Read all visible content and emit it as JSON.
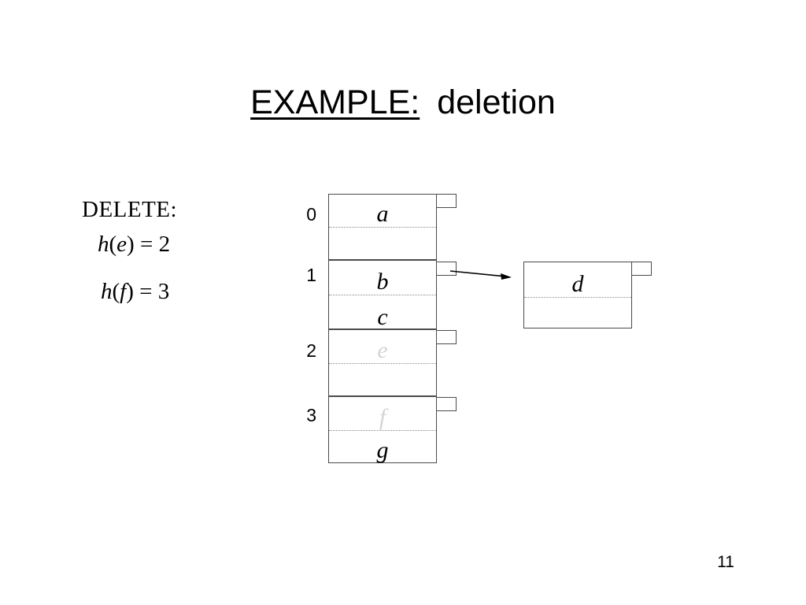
{
  "slide": {
    "title_underlined": "EXAMPLE:",
    "title_rest": "deletion",
    "page_number": "11"
  },
  "operation": {
    "label": "DELETE:",
    "lines": [
      {
        "fn": "h",
        "open": "(",
        "arg": "e",
        "close": ")",
        "eq": " = ",
        "value": "2"
      },
      {
        "fn": "h",
        "open": "(",
        "arg": "f",
        "close": ")",
        "eq": " = ",
        "value": "3"
      }
    ]
  },
  "hash_table": {
    "index_labels": [
      "0",
      "1",
      "2",
      "3"
    ],
    "buckets": [
      {
        "index": "0",
        "entries": [
          {
            "key": "a",
            "deleted": false
          }
        ]
      },
      {
        "index": "1",
        "entries": [
          {
            "key": "b",
            "deleted": false
          },
          {
            "key": "c",
            "deleted": false
          }
        ]
      },
      {
        "index": "2",
        "entries": [
          {
            "key": "e",
            "deleted": true
          }
        ]
      },
      {
        "index": "3",
        "entries": [
          {
            "key": "f",
            "deleted": true
          },
          {
            "key": "g",
            "deleted": false
          }
        ]
      }
    ]
  },
  "external_node": {
    "key": "d"
  },
  "colors": {
    "ink": "#000000",
    "box_stroke": "#4a4a4a",
    "dotted_rule": "#8a8a8a",
    "deleted_key": "#d5d5d5"
  }
}
